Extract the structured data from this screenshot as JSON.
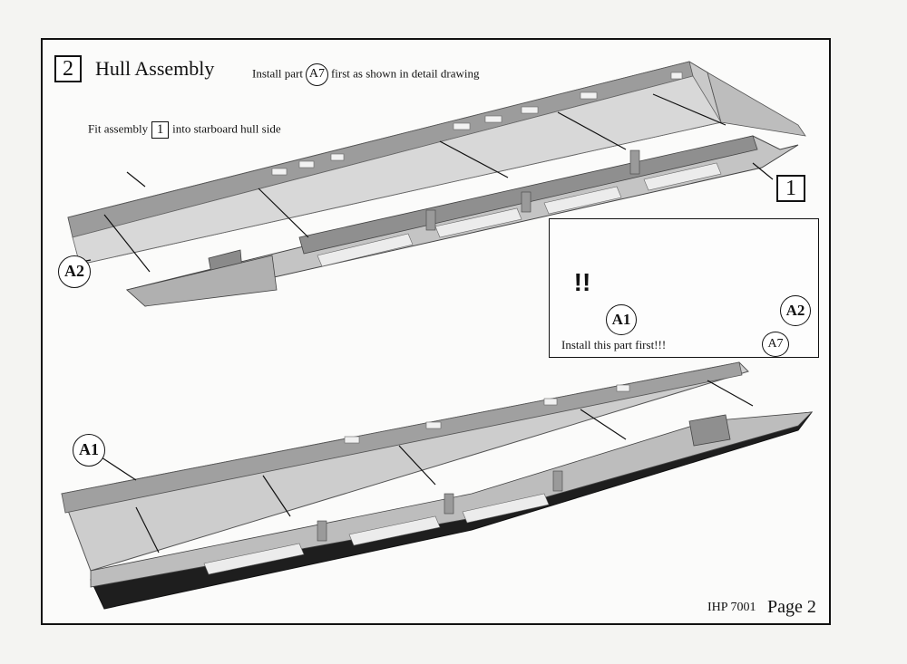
{
  "step": {
    "number": "2",
    "title": "Hull Assembly"
  },
  "instruction": {
    "prefix": "Install part",
    "part": "A7",
    "suffix": "first as shown in detail drawing"
  },
  "fit_note": {
    "prefix": "Fit assembly",
    "assembly": "1",
    "suffix": "into starboard hull side"
  },
  "callouts": {
    "a2_main": "A2",
    "a1_main": "A1",
    "assembly_1": "1"
  },
  "detail": {
    "warning": "!!",
    "a1": "A1",
    "a2": "A2",
    "a7": "A7",
    "note": "Install this part first!!!"
  },
  "footer": {
    "code": "IHP 7001",
    "page": "Page 2"
  },
  "colors": {
    "hull_light": "#cfcfcf",
    "hull_mid": "#a9a9a9",
    "hull_dark": "#6f6f6f",
    "hull_black": "#1e1e1e"
  }
}
